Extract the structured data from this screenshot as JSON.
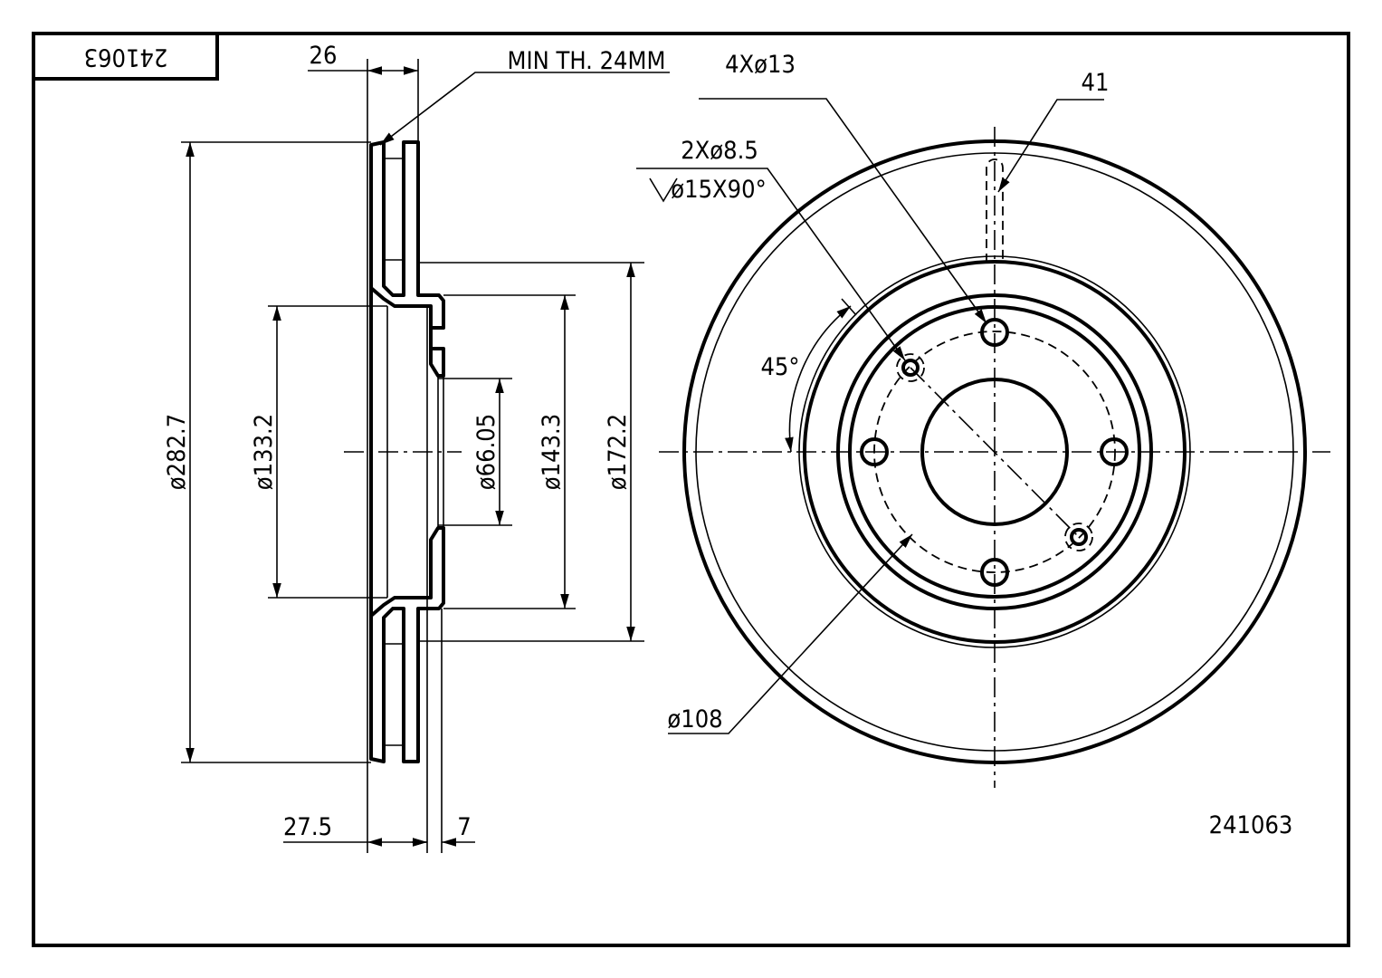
{
  "part_number": "241063",
  "title_block_number": "241063",
  "side_view": {
    "thickness": "26",
    "min_thickness": "MIN TH. 24MM",
    "outer_diameter": "ø282.7",
    "diameter_133": "ø133.2",
    "center_bore": "ø66.05",
    "diameter_143": "ø143.3",
    "diameter_172": "ø172.2",
    "height": "27.5",
    "hub_thickness": "7"
  },
  "front_view": {
    "bolt_holes": "4Xø13",
    "slot_width": "41",
    "aux_holes": "2Xø8.5",
    "countersink": "ø15X90°",
    "angle": "45°",
    "bolt_circle": "ø108"
  }
}
